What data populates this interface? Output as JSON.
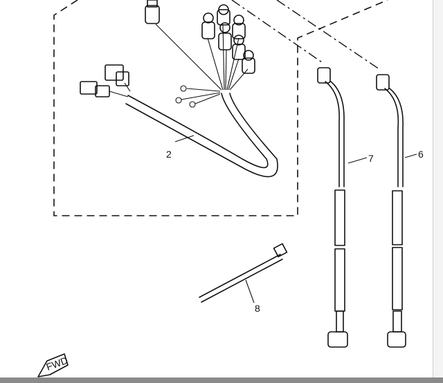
{
  "diagram": {
    "callouts": {
      "harness": "2",
      "cable_6": "6",
      "cable_7": "7",
      "cable_tie": "8"
    },
    "fwd_label": "FWD"
  },
  "colors": {
    "ink": "#111111",
    "bar": "#8a8a8a"
  }
}
